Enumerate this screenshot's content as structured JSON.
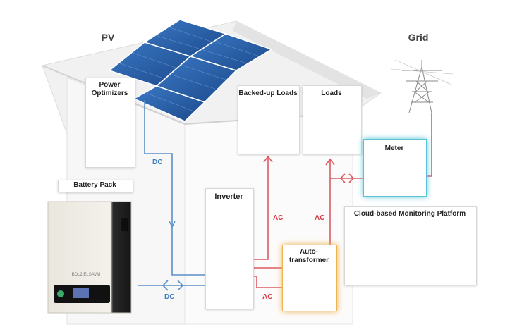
{
  "labels": {
    "pv": "PV",
    "grid": "Grid",
    "power_optimizers": "Power Optimizers",
    "battery_pack": "Battery Pack",
    "backed_up_loads": "Backed-up Loads",
    "loads": "Loads",
    "meter": "Meter",
    "inverter": "Inverter",
    "autotransformer": "Auto-transformer",
    "cloud_platform": "Cloud-based Monitoring Platform"
  },
  "wires": {
    "dc_optimizer_inverter": "DC",
    "dc_battery_inverter": "DC",
    "ac_inverter_backed_up": "AC",
    "ac_inverter_loads": "AC",
    "ac_inverter_autotransformer": "AC"
  },
  "battery_model_text": "BDL2.ELSAVM",
  "colors": {
    "dc_line": "#5b8fc7",
    "ac_line": "#dd5a63",
    "meter_glow": "#58c2d6",
    "autotransformer_glow": "#f0b350",
    "roof": "#f2f2f2",
    "solar_panel": "#2a5fa8"
  }
}
